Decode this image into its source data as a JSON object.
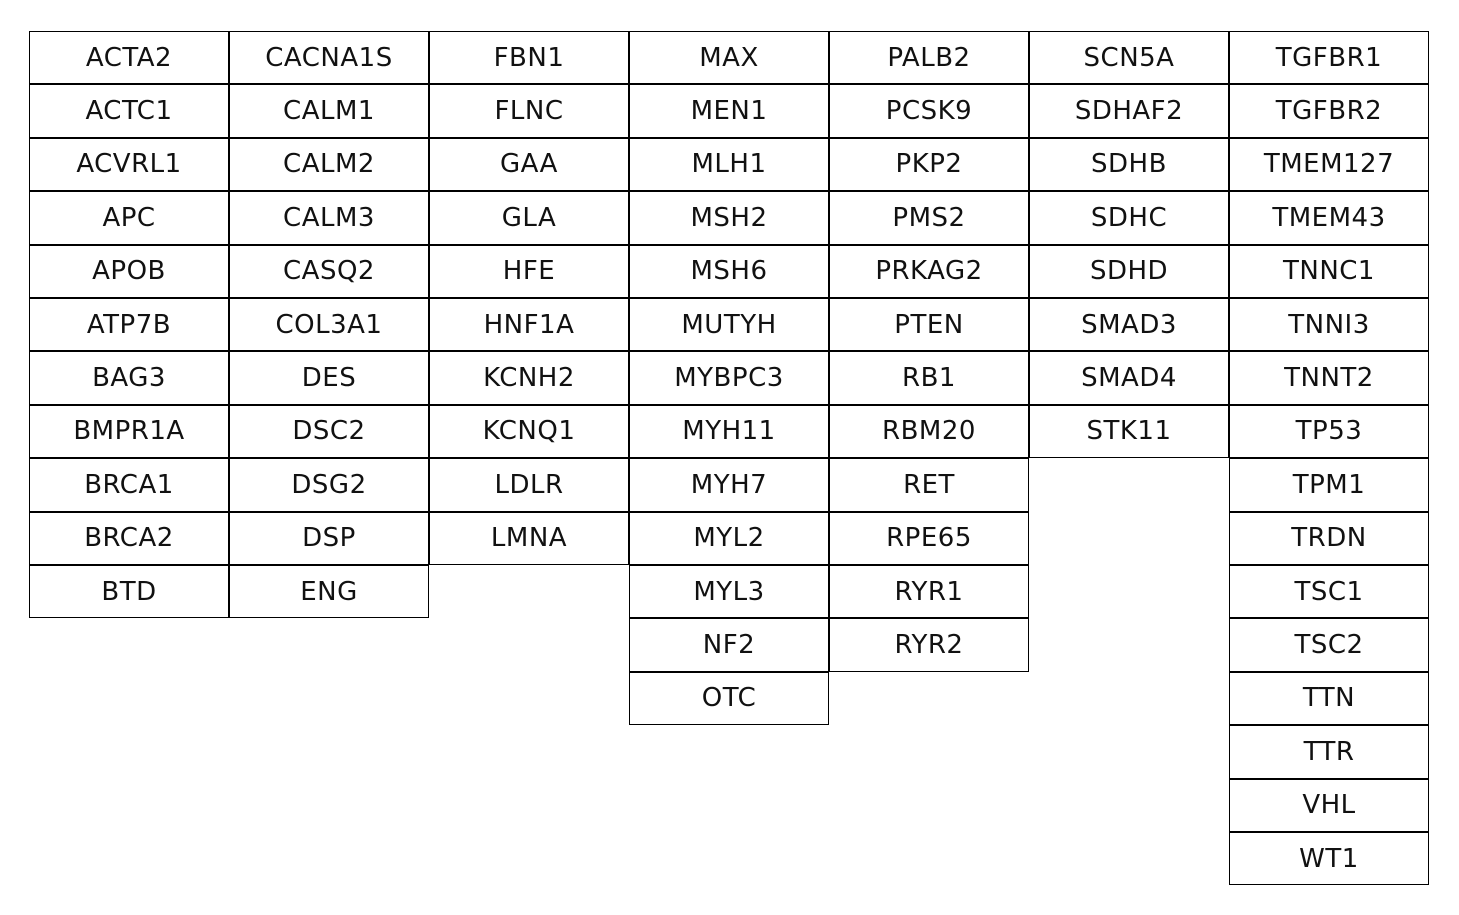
{
  "columns": [
    [
      "ACTA2",
      "ACTC1",
      "ACVRL1",
      "APC",
      "APOB",
      "ATP7B",
      "BAG3",
      "BMPR1A",
      "BRCA1",
      "BRCA2",
      "BTD"
    ],
    [
      "CACNA1S",
      "CALM1",
      "CALM2",
      "CALM3",
      "CASQ2",
      "COL3A1",
      "DES",
      "DSC2",
      "DSG2",
      "DSP",
      "ENG"
    ],
    [
      "FBN1",
      "FLNC",
      "GAA",
      "GLA",
      "HFE",
      "HNF1A",
      "KCNH2",
      "KCNQ1",
      "LDLR",
      "LMNA"
    ],
    [
      "MAX",
      "MEN1",
      "MLH1",
      "MSH2",
      "MSH6",
      "MUTYH",
      "MYBPC3",
      "MYH11",
      "MYH7",
      "MYL2",
      "MYL3",
      "NF2",
      "OTC"
    ],
    [
      "PALB2",
      "PCSK9",
      "PKP2",
      "PMS2",
      "PRKAG2",
      "PTEN",
      "RB1",
      "RBM20",
      "RET",
      "RPE65",
      "RYR1",
      "RYR2"
    ],
    [
      "SCN5A",
      "SDHAF2",
      "SDHB",
      "SDHC",
      "SDHD",
      "SMAD3",
      "SMAD4",
      "STK11"
    ],
    [
      "TGFBR1",
      "TGFBR2",
      "TMEM127",
      "TMEM43",
      "TNNC1",
      "TNNI3",
      "TNNT2",
      "TP53",
      "TPM1",
      "TRDN",
      "TSC1",
      "TSC2",
      "TTN",
      "TTR",
      "VHL",
      "WT1"
    ]
  ]
}
